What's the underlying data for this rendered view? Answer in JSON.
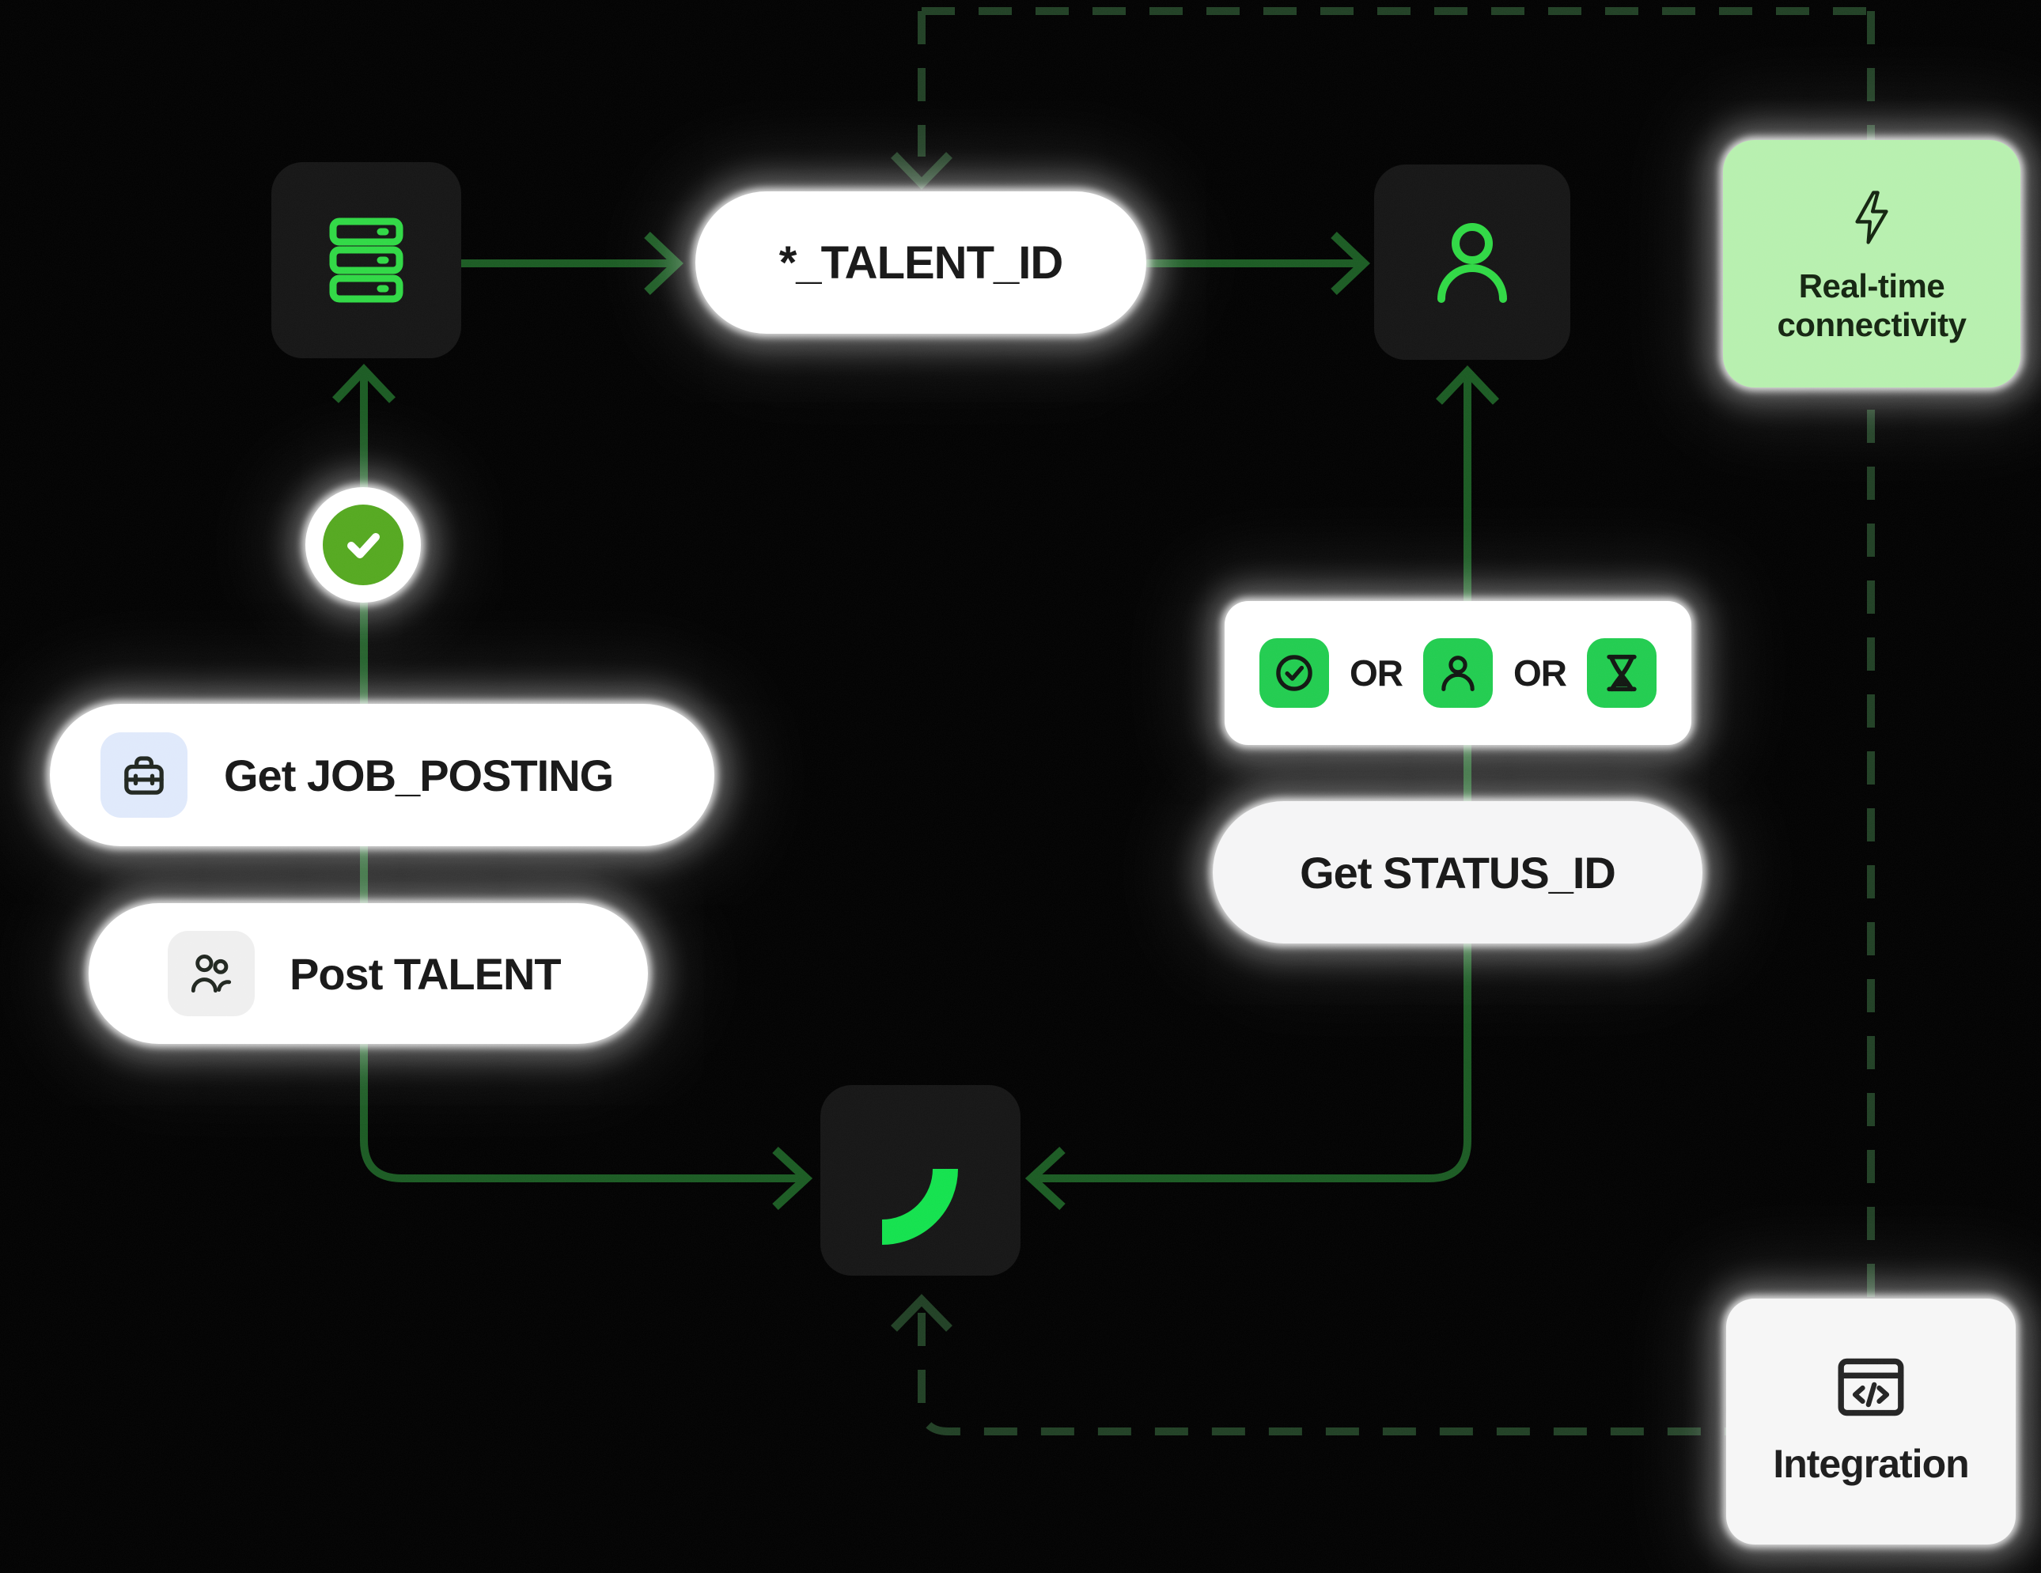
{
  "colors": {
    "background": "#000000",
    "dark_card": "#141414",
    "neon_green": "#2fd844",
    "arc_green": "#12e14d",
    "check_green": "#54a81f",
    "square_green": "#21cc4f",
    "mint": "#b7f0ae",
    "solid_line": "#1a5a22",
    "dashed_line": "#203f24",
    "pill_white": "#ffffff",
    "pill_light": "#f5f5f6",
    "chip_blue": "#dfe9fb",
    "chip_gray": "#efefef",
    "text_dark": "#161616"
  },
  "nodes": {
    "server_card": {
      "icon": "server-rack-icon"
    },
    "talent_id_pill": {
      "label": "*_TALENT_ID"
    },
    "user_card": {
      "icon": "person-icon"
    },
    "realtime_card": {
      "label_line1": "Real-time",
      "label_line2": "connectivity",
      "icon": "lightning-icon"
    },
    "check_badge": {
      "icon": "check-icon"
    },
    "job_posting_pill": {
      "label": "Get JOB_POSTING",
      "icon": "briefcase-icon"
    },
    "post_talent_pill": {
      "label": "Post TALENT",
      "icon": "people-icon"
    },
    "or_group": {
      "separator1": "OR",
      "separator2": "OR",
      "icons": [
        "circle-check-icon",
        "person-icon",
        "hourglass-icon"
      ]
    },
    "status_id_pill": {
      "label": "Get STATUS_ID"
    },
    "loader_card": {
      "icon": "progress-arc-icon"
    },
    "integration_card": {
      "label": "Integration",
      "icon": "code-window-icon"
    }
  }
}
